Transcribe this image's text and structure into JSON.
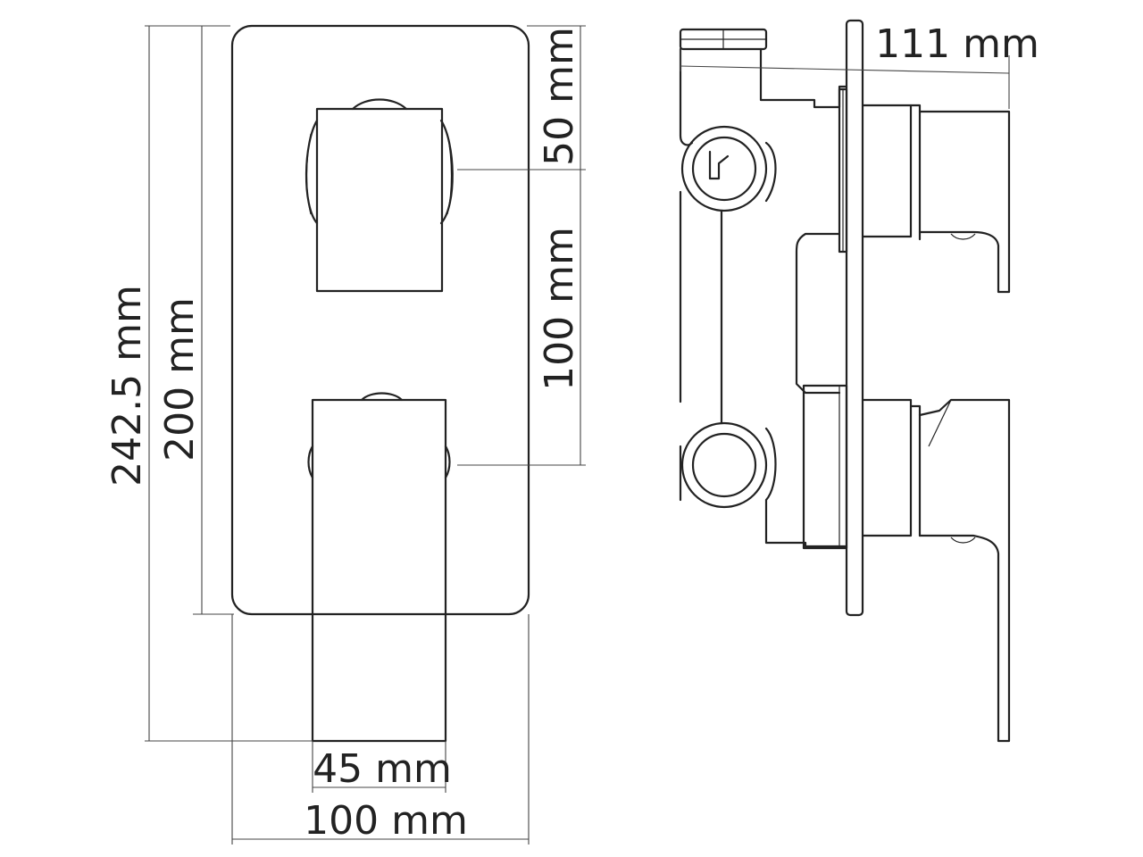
{
  "dimensions": {
    "overall_height": "242.5 mm",
    "plate_height": "200 mm",
    "upper_offset": "50 mm",
    "handle_spacing": "100 mm",
    "handle_width": "45 mm",
    "plate_width": "100 mm",
    "depth": "111 mm"
  },
  "colors": {
    "stroke": "#222222",
    "dimension": "#444444",
    "background": "#ffffff"
  }
}
